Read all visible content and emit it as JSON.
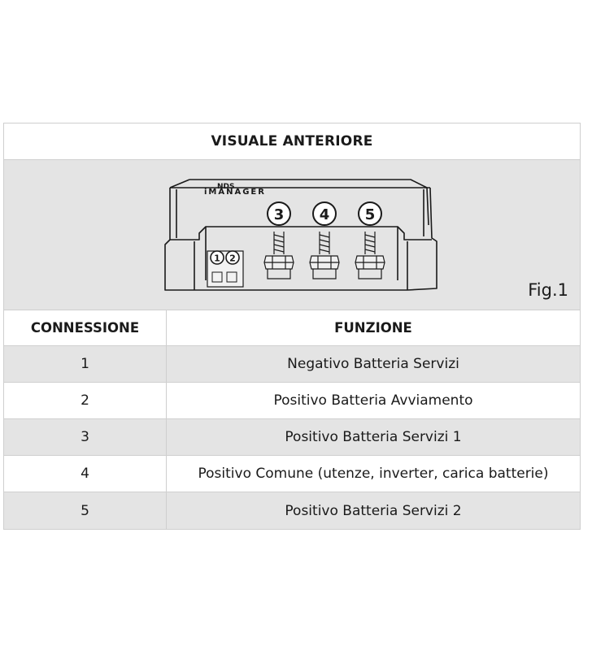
{
  "table": {
    "title": "VISUALE ANTERIORE",
    "figure": {
      "label": "Fig.1",
      "device_brand": "NDS",
      "device_name": "iMANAGER",
      "terminal_markers": [
        "1",
        "2",
        "3",
        "4",
        "5"
      ]
    },
    "columns": [
      "CONNESSIONE",
      "FUNZIONE"
    ],
    "rows": [
      {
        "connessione": "1",
        "funzione": "Negativo Batteria Servizi"
      },
      {
        "connessione": "2",
        "funzione": "Positivo Batteria Avviamento"
      },
      {
        "connessione": "3",
        "funzione": "Positivo Batteria Servizi 1"
      },
      {
        "connessione": "4",
        "funzione": "Positivo Comune (utenze, inverter, carica batterie)"
      },
      {
        "connessione": "5",
        "funzione": "Positivo Batteria Servizi 2"
      }
    ]
  },
  "colors": {
    "shaded_row": "#e4e4e4",
    "border": "#cfcfcf",
    "text": "#1a1a1a"
  }
}
